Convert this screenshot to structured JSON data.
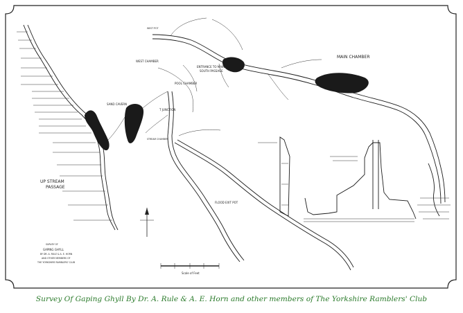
{
  "map": {
    "caption": "Survey Of Gaping Ghyll By Dr. A. Rule & A. E. Horn and other members of The Yorkshire Ramblers' Club",
    "labels": {
      "main_chamber": "MAIN CHAMBER",
      "up_stream_1": "UP STREAM",
      "up_stream_2": "PASSAGE",
      "sand_cavern": "SAND CAVERN",
      "t_junction": "T JUNCTION",
      "west_chamber": "WEST CHAMBER",
      "pool_chamber": "POOL CHAMBER",
      "south_passage_1": "ENTRANCE TO MAIN",
      "south_passage_2": "SOUTH PASSAGE",
      "flood_exit_pot": "FLOOD EXIT POT",
      "west_pot": "WEST POT",
      "stream_chamber": "STREAM CHAMBER",
      "scale": "Scale of Feet",
      "survey_1": "SURVEY OF",
      "survey_2": "GAPING GHYLL",
      "survey_3": "BY DR. A. RULE & A. E. HORN",
      "survey_4": "AND OTHER MEMBERS OF",
      "survey_5": "THE YORKSHIRE RAMBLERS' CLUB"
    }
  }
}
